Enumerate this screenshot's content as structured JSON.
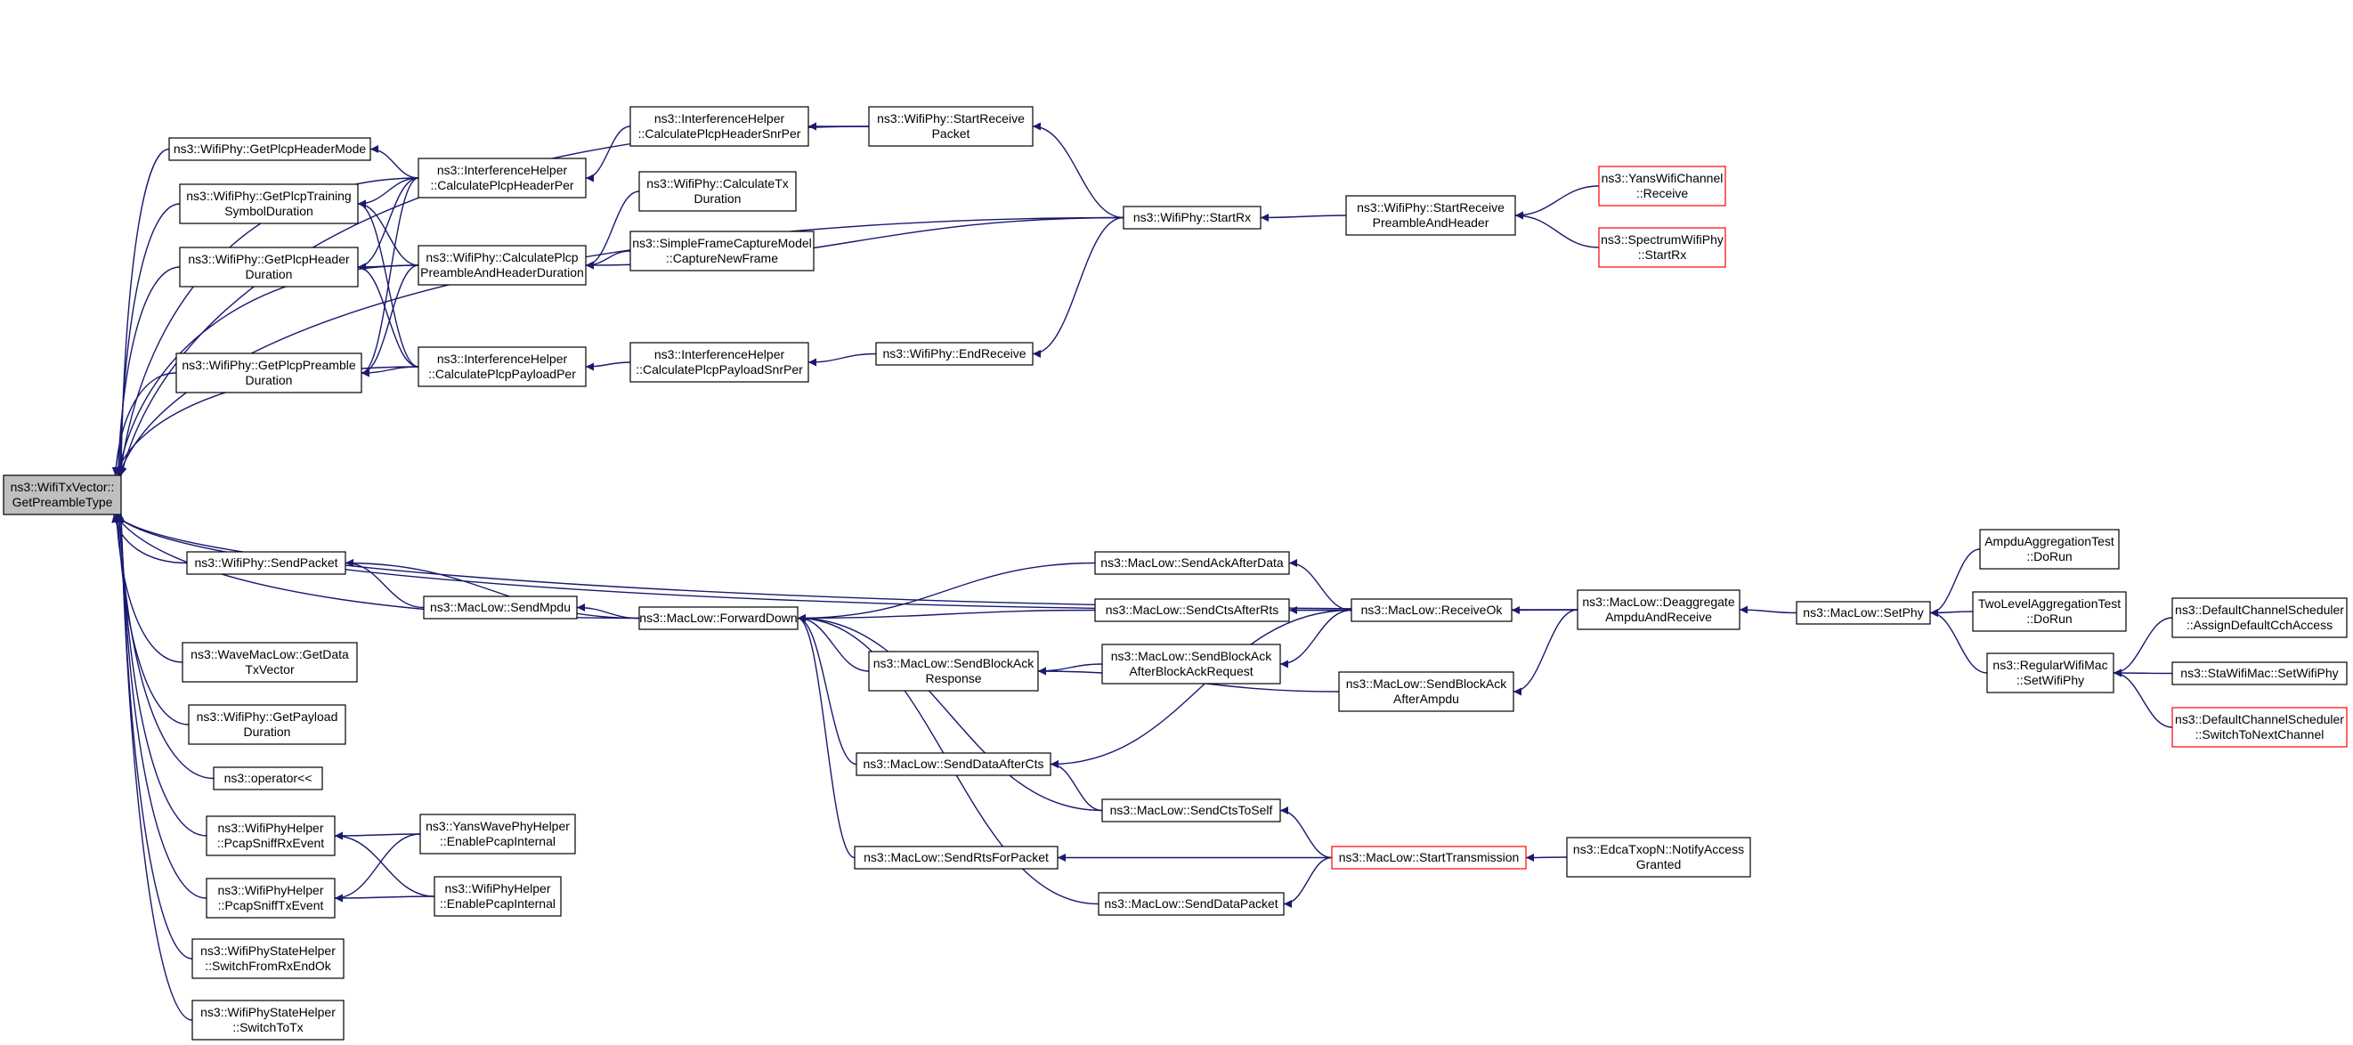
{
  "graph": {
    "edge_color": "#191970",
    "node_border": "#000000",
    "truncated_border": "#ff0000",
    "root_fill": "#bfbfbf",
    "root": "root",
    "nodes": [
      {
        "id": "root",
        "lines": [
          "ns3::WifiTxVector::",
          "GetPreambleType"
        ],
        "style": "root"
      },
      {
        "id": "getPlcpHeaderMode",
        "lines": [
          "ns3::WifiPhy::GetPlcpHeaderMode"
        ]
      },
      {
        "id": "getPlcpTraining",
        "lines": [
          "ns3::WifiPhy::GetPlcpTraining",
          "SymbolDuration"
        ]
      },
      {
        "id": "getPlcpHeaderDur",
        "lines": [
          "ns3::WifiPhy::GetPlcpHeader",
          "Duration"
        ]
      },
      {
        "id": "getPlcpPreambleDur",
        "lines": [
          "ns3::WifiPhy::GetPlcpPreamble",
          "Duration"
        ]
      },
      {
        "id": "calcHeaderPer",
        "lines": [
          "ns3::InterferenceHelper",
          "::CalculatePlcpHeaderPer"
        ]
      },
      {
        "id": "calcPreambleAndHeader",
        "lines": [
          "ns3::WifiPhy::CalculatePlcp",
          "PreambleAndHeaderDuration"
        ]
      },
      {
        "id": "calcPayloadPer",
        "lines": [
          "ns3::InterferenceHelper",
          "::CalculatePlcpPayloadPer"
        ]
      },
      {
        "id": "calcHeaderSnrPer",
        "lines": [
          "ns3::InterferenceHelper",
          "::CalculatePlcpHeaderSnrPer"
        ]
      },
      {
        "id": "calculateTxDuration",
        "lines": [
          "ns3::WifiPhy::CalculateTx",
          "Duration"
        ]
      },
      {
        "id": "captureNewFrame",
        "lines": [
          "ns3::SimpleFrameCaptureModel",
          "::CaptureNewFrame"
        ]
      },
      {
        "id": "calcPayloadSnrPer",
        "lines": [
          "ns3::InterferenceHelper",
          "::CalculatePlcpPayloadSnrPer"
        ]
      },
      {
        "id": "startReceivePacket",
        "lines": [
          "ns3::WifiPhy::StartReceive",
          "Packet"
        ]
      },
      {
        "id": "startRx",
        "lines": [
          "ns3::WifiPhy::StartRx"
        ]
      },
      {
        "id": "endReceive",
        "lines": [
          "ns3::WifiPhy::EndReceive"
        ]
      },
      {
        "id": "startReceivePreamble",
        "lines": [
          "ns3::WifiPhy::StartReceive",
          "PreambleAndHeader"
        ]
      },
      {
        "id": "yansReceive",
        "lines": [
          "ns3::YansWifiChannel",
          "::Receive"
        ],
        "style": "red"
      },
      {
        "id": "spectrumStartRx",
        "lines": [
          "ns3::SpectrumWifiPhy",
          "::StartRx"
        ],
        "style": "red"
      },
      {
        "id": "sendPacket",
        "lines": [
          "ns3::WifiPhy::SendPacket"
        ]
      },
      {
        "id": "sendMpdu",
        "lines": [
          "ns3::MacLow::SendMpdu"
        ]
      },
      {
        "id": "waveGetData",
        "lines": [
          "ns3::WaveMacLow::GetData",
          "TxVector"
        ]
      },
      {
        "id": "getPayloadDuration",
        "lines": [
          "ns3::WifiPhy::GetPayload",
          "Duration"
        ]
      },
      {
        "id": "operatorShl",
        "lines": [
          "ns3::operator<<"
        ]
      },
      {
        "id": "pcapRx",
        "lines": [
          "ns3::WifiPhyHelper",
          "::PcapSniffRxEvent"
        ]
      },
      {
        "id": "pcapTx",
        "lines": [
          "ns3::WifiPhyHelper",
          "::PcapSniffTxEvent"
        ]
      },
      {
        "id": "yansWaveEnable",
        "lines": [
          "ns3::YansWavePhyHelper",
          "::EnablePcapInternal"
        ]
      },
      {
        "id": "wifiPhyEnable",
        "lines": [
          "ns3::WifiPhyHelper",
          "::EnablePcapInternal"
        ]
      },
      {
        "id": "switchFromRx",
        "lines": [
          "ns3::WifiPhyStateHelper",
          "::SwitchFromRxEndOk"
        ]
      },
      {
        "id": "switchToTx",
        "lines": [
          "ns3::WifiPhyStateHelper",
          "::SwitchToTx"
        ]
      },
      {
        "id": "forwardDown",
        "lines": [
          "ns3::MacLow::ForwardDown"
        ]
      },
      {
        "id": "sendAckAfterData",
        "lines": [
          "ns3::MacLow::SendAckAfterData"
        ]
      },
      {
        "id": "sendCtsAfterRts",
        "lines": [
          "ns3::MacLow::SendCtsAfterRts"
        ]
      },
      {
        "id": "sendBlockAckResponse",
        "lines": [
          "ns3::MacLow::SendBlockAck",
          "Response"
        ]
      },
      {
        "id": "sendBlockAckAfterReq",
        "lines": [
          "ns3::MacLow::SendBlockAck",
          "AfterBlockAckRequest"
        ]
      },
      {
        "id": "sendDataAfterCts",
        "lines": [
          "ns3::MacLow::SendDataAfterCts"
        ]
      },
      {
        "id": "sendCtsToSelf",
        "lines": [
          "ns3::MacLow::SendCtsToSelf"
        ]
      },
      {
        "id": "sendRtsForPacket",
        "lines": [
          "ns3::MacLow::SendRtsForPacket"
        ]
      },
      {
        "id": "sendDataPacket",
        "lines": [
          "ns3::MacLow::SendDataPacket"
        ]
      },
      {
        "id": "receiveOk",
        "lines": [
          "ns3::MacLow::ReceiveOk"
        ]
      },
      {
        "id": "sendBlockAckAfterAmpdu",
        "lines": [
          "ns3::MacLow::SendBlockAck",
          "AfterAmpdu"
        ]
      },
      {
        "id": "deaggregate",
        "lines": [
          "ns3::MacLow::Deaggregate",
          "AmpduAndReceive"
        ]
      },
      {
        "id": "startTransmission",
        "lines": [
          "ns3::MacLow::StartTransmission"
        ],
        "style": "red"
      },
      {
        "id": "notifyAccessGranted",
        "lines": [
          "ns3::EdcaTxopN::NotifyAccess",
          "Granted"
        ]
      },
      {
        "id": "setPhy",
        "lines": [
          "ns3::MacLow::SetPhy"
        ]
      },
      {
        "id": "ampduDoRun",
        "lines": [
          "AmpduAggregationTest",
          "::DoRun"
        ]
      },
      {
        "id": "twoLevelDoRun",
        "lines": [
          "TwoLevelAggregationTest",
          "::DoRun"
        ]
      },
      {
        "id": "regularSetWifiPhy",
        "lines": [
          "ns3::RegularWifiMac",
          "::SetWifiPhy"
        ]
      },
      {
        "id": "assignDefaultCch",
        "lines": [
          "ns3::DefaultChannelScheduler",
          "::AssignDefaultCchAccess"
        ]
      },
      {
        "id": "staSetWifiPhy",
        "lines": [
          "ns3::StaWifiMac::SetWifiPhy"
        ]
      },
      {
        "id": "switchToNextChannel",
        "lines": [
          "ns3::DefaultChannelScheduler",
          "::SwitchToNextChannel"
        ],
        "style": "red"
      }
    ],
    "edges": [
      [
        "getPlcpHeaderMode",
        "root"
      ],
      [
        "getPlcpTraining",
        "root"
      ],
      [
        "getPlcpHeaderDur",
        "root"
      ],
      [
        "getPlcpPreambleDur",
        "root"
      ],
      [
        "calcHeaderPer",
        "root"
      ],
      [
        "calcPreambleAndHeader",
        "root"
      ],
      [
        "calcPayloadPer",
        "root"
      ],
      [
        "startReceivePacket",
        "root"
      ],
      [
        "startRx",
        "root"
      ],
      [
        "sendPacket",
        "root"
      ],
      [
        "waveGetData",
        "root"
      ],
      [
        "getPayloadDuration",
        "root"
      ],
      [
        "operatorShl",
        "root"
      ],
      [
        "pcapRx",
        "root"
      ],
      [
        "pcapTx",
        "root"
      ],
      [
        "switchFromRx",
        "root"
      ],
      [
        "switchToTx",
        "root"
      ],
      [
        "forwardDown",
        "root"
      ],
      [
        "receiveOk",
        "root"
      ],
      [
        "deaggregate",
        "root"
      ],
      [
        "calcHeaderPer",
        "getPlcpHeaderMode"
      ],
      [
        "calcHeaderPer",
        "getPlcpTraining"
      ],
      [
        "calcHeaderPer",
        "getPlcpHeaderDur"
      ],
      [
        "calcHeaderPer",
        "getPlcpPreambleDur"
      ],
      [
        "calcPreambleAndHeader",
        "getPlcpTraining"
      ],
      [
        "calcPreambleAndHeader",
        "getPlcpHeaderDur"
      ],
      [
        "calcPreambleAndHeader",
        "getPlcpPreambleDur"
      ],
      [
        "calcPayloadPer",
        "getPlcpTraining"
      ],
      [
        "calcPayloadPer",
        "getPlcpHeaderDur"
      ],
      [
        "calcPayloadPer",
        "getPlcpPreambleDur"
      ],
      [
        "calcHeaderSnrPer",
        "calcHeaderPer"
      ],
      [
        "calculateTxDuration",
        "calcPreambleAndHeader"
      ],
      [
        "captureNewFrame",
        "calcPreambleAndHeader"
      ],
      [
        "startRx",
        "calcPreambleAndHeader"
      ],
      [
        "calcPayloadSnrPer",
        "calcPayloadPer"
      ],
      [
        "startReceivePacket",
        "calcHeaderSnrPer"
      ],
      [
        "endReceive",
        "calcPayloadSnrPer"
      ],
      [
        "startRx",
        "startReceivePacket"
      ],
      [
        "startRx",
        "endReceive"
      ],
      [
        "startReceivePreamble",
        "startRx"
      ],
      [
        "yansReceive",
        "startReceivePreamble"
      ],
      [
        "spectrumStartRx",
        "startReceivePreamble"
      ],
      [
        "sendMpdu",
        "sendPacket"
      ],
      [
        "forwardDown",
        "sendPacket"
      ],
      [
        "forwardDown",
        "sendMpdu"
      ],
      [
        "yansWaveEnable",
        "pcapRx"
      ],
      [
        "wifiPhyEnable",
        "pcapRx"
      ],
      [
        "yansWaveEnable",
        "pcapTx"
      ],
      [
        "wifiPhyEnable",
        "pcapTx"
      ],
      [
        "sendAckAfterData",
        "forwardDown"
      ],
      [
        "sendCtsAfterRts",
        "forwardDown"
      ],
      [
        "sendBlockAckResponse",
        "forwardDown"
      ],
      [
        "sendDataAfterCts",
        "forwardDown"
      ],
      [
        "sendCtsToSelf",
        "forwardDown"
      ],
      [
        "sendRtsForPacket",
        "forwardDown"
      ],
      [
        "sendDataPacket",
        "forwardDown"
      ],
      [
        "receiveOk",
        "sendAckAfterData"
      ],
      [
        "receiveOk",
        "sendCtsAfterRts"
      ],
      [
        "sendBlockAckAfterReq",
        "sendBlockAckResponse"
      ],
      [
        "sendBlockAckAfterAmpdu",
        "sendBlockAckResponse"
      ],
      [
        "receiveOk",
        "sendBlockAckAfterReq"
      ],
      [
        "receiveOk",
        "sendDataAfterCts"
      ],
      [
        "sendCtsToSelf",
        "sendDataAfterCts"
      ],
      [
        "startTransmission",
        "sendCtsToSelf"
      ],
      [
        "startTransmission",
        "sendRtsForPacket"
      ],
      [
        "startTransmission",
        "sendDataPacket"
      ],
      [
        "deaggregate",
        "receiveOk"
      ],
      [
        "deaggregate",
        "sendBlockAckAfterAmpdu"
      ],
      [
        "notifyAccessGranted",
        "startTransmission"
      ],
      [
        "setPhy",
        "deaggregate"
      ],
      [
        "ampduDoRun",
        "setPhy"
      ],
      [
        "twoLevelDoRun",
        "setPhy"
      ],
      [
        "regularSetWifiPhy",
        "setPhy"
      ],
      [
        "assignDefaultCch",
        "regularSetWifiPhy"
      ],
      [
        "staSetWifiPhy",
        "regularSetWifiPhy"
      ],
      [
        "switchToNextChannel",
        "regularSetWifiPhy"
      ]
    ]
  }
}
